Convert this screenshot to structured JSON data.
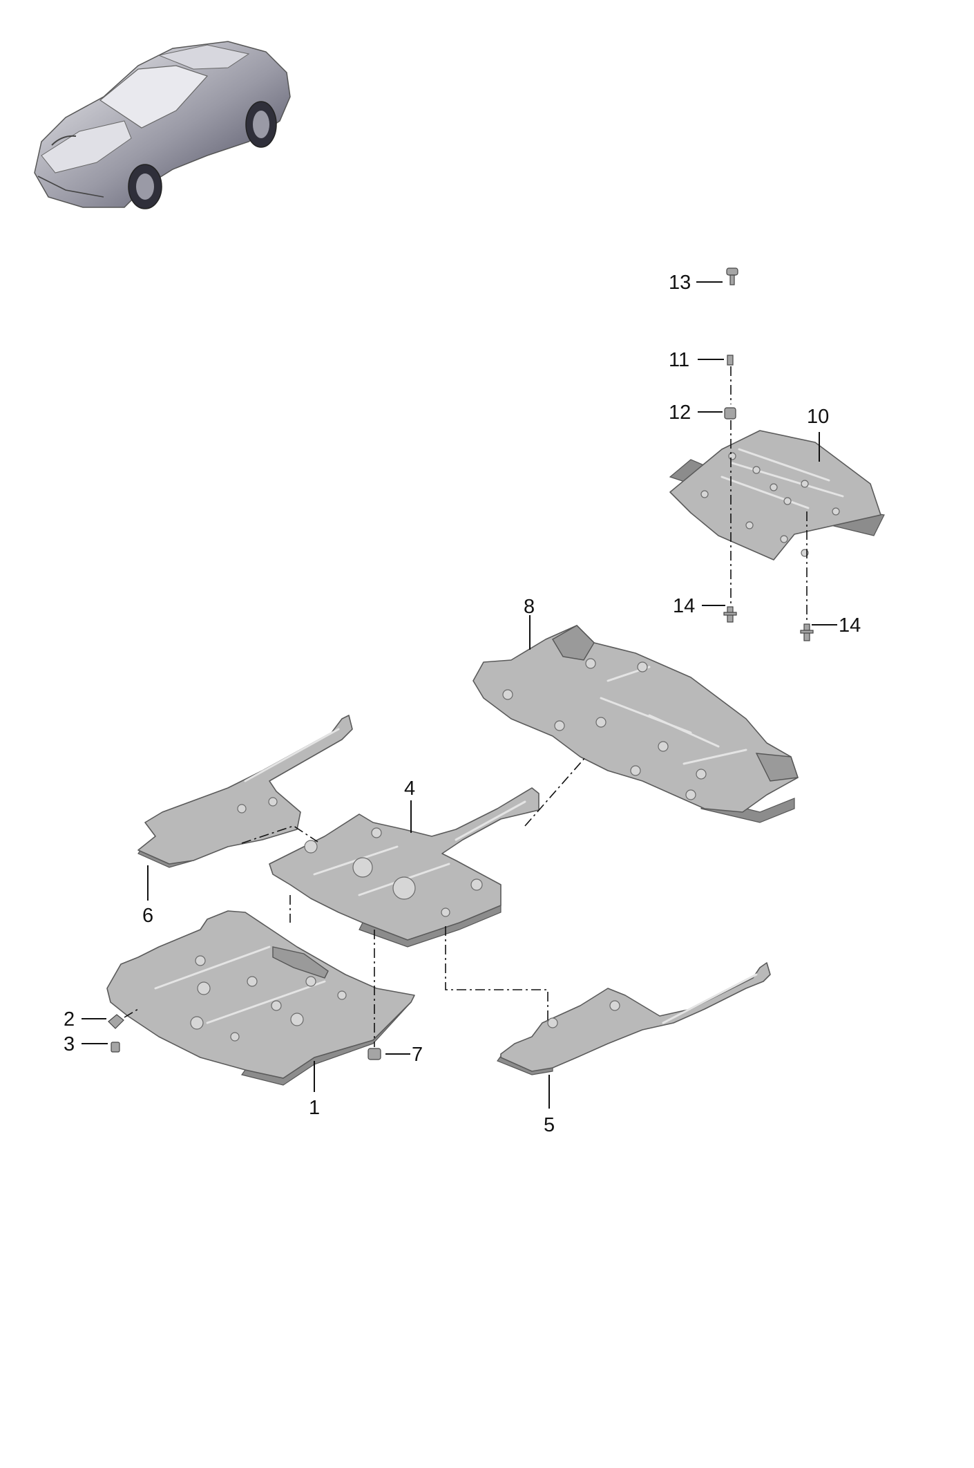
{
  "diagram": {
    "callouts": {
      "c1": "1",
      "c2": "2",
      "c3": "3",
      "c4": "4",
      "c5": "5",
      "c6": "6",
      "c7": "7",
      "c8": "8",
      "c10": "10",
      "c11": "11",
      "c12": "12",
      "c13": "13",
      "c14a": "14",
      "c14b": "14"
    },
    "icons": {
      "vehicle": "sports-convertible-car-thumbnail-icon"
    }
  }
}
